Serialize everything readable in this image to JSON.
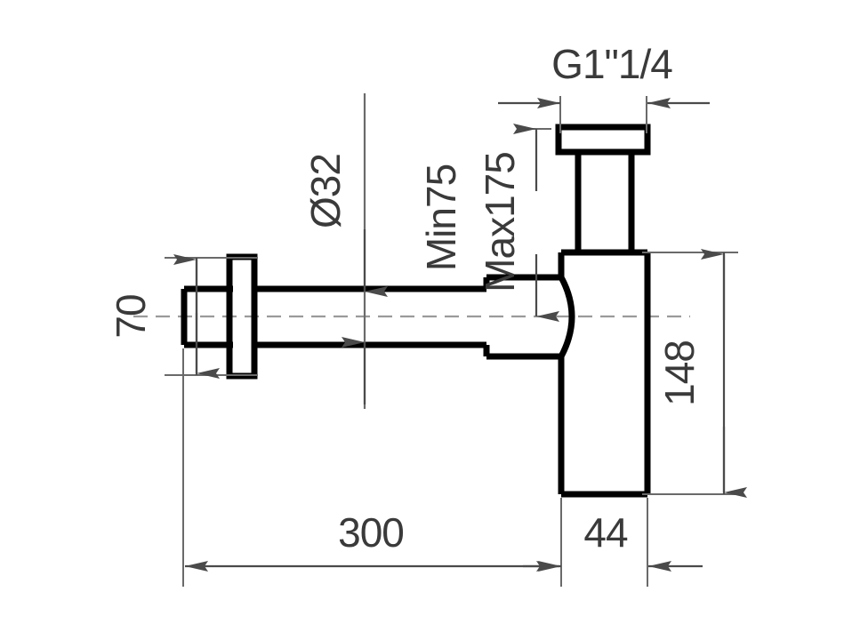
{
  "drawing": {
    "type": "technical-dimension-drawing",
    "subject": "bottle-trap-siphon",
    "background_color": "#ffffff",
    "outline_color": "#000000",
    "dimension_line_color": "#4a4a4a",
    "centerline_color": "#8f8f8f",
    "text_color": "#3a3a3a",
    "units": "mm"
  },
  "dimensions": {
    "thread_size": {
      "label": "G1\"1/4",
      "orientation": "horizontal",
      "position": "top",
      "measures": "inlet-thread-connection"
    },
    "pipe_diameter": {
      "label": "Ø32",
      "orientation": "vertical-rotated",
      "position": "left-center",
      "measures": "horizontal-pipe-outer-diameter"
    },
    "height_min": {
      "label": "Min75",
      "orientation": "vertical-rotated",
      "position": "center",
      "measures": "minimum-inlet-height"
    },
    "height_max": {
      "label": "Max175",
      "orientation": "vertical-rotated",
      "position": "center",
      "measures": "maximum-inlet-height"
    },
    "flange_height": {
      "label": "70",
      "orientation": "vertical-rotated",
      "position": "far-left",
      "measures": "wall-flange-outer-height"
    },
    "body_height": {
      "label": "148",
      "orientation": "vertical-rotated",
      "position": "far-right",
      "measures": "trap-body-total-height"
    },
    "pipe_length": {
      "label": "300",
      "orientation": "horizontal",
      "position": "bottom-left",
      "measures": "horizontal-pipe-length"
    },
    "body_width": {
      "label": "44",
      "orientation": "horizontal",
      "position": "bottom-right",
      "measures": "trap-body-width"
    }
  },
  "geometry": {
    "wall_stub": "left-end-pipe-stub",
    "wall_flange": "vertical-escutcheon-plate",
    "horizontal_pipe": "main-horizontal-tube",
    "pipe_taper": "widened-section-before-body",
    "bulge": "rounded-junction-arc",
    "trap_body": "vertical-cylindrical-bottle-body",
    "neck": "narrow-riser-neck",
    "cap": "top-inlet-cap-nut",
    "centerline": "horizontal-axis-dash-dot"
  }
}
